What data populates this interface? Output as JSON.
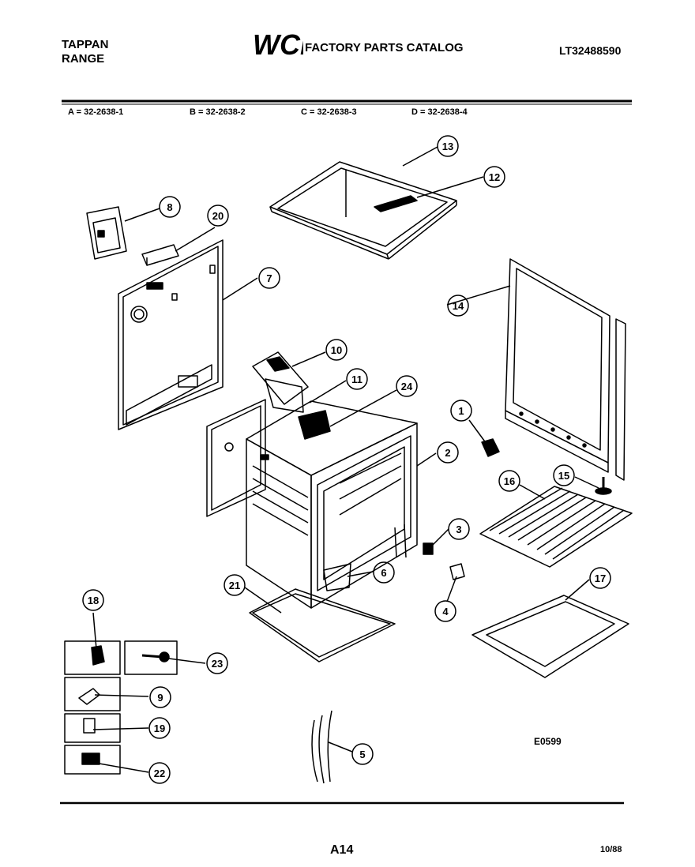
{
  "header": {
    "brand_line1": "TAPPAN",
    "brand_line2": "RANGE",
    "logo_text": "WCI",
    "catalog_title": "FACTORY PARTS CATALOG",
    "catalog_number": "LT32488590"
  },
  "models": [
    {
      "label": "A = 32-2638-1"
    },
    {
      "label": "B = 32-2638-2"
    },
    {
      "label": "C = 32-2638-3"
    },
    {
      "label": "D = 32-2638-4"
    }
  ],
  "callouts": [
    "1",
    "2",
    "3",
    "4",
    "5",
    "6",
    "7",
    "8",
    "9",
    "10",
    "11",
    "12",
    "13",
    "14",
    "15",
    "16",
    "17",
    "18",
    "19",
    "20",
    "21",
    "22",
    "23",
    "24"
  ],
  "footer": {
    "figure_code": "E0599",
    "page_number": "A14",
    "date_code": "10/88"
  }
}
